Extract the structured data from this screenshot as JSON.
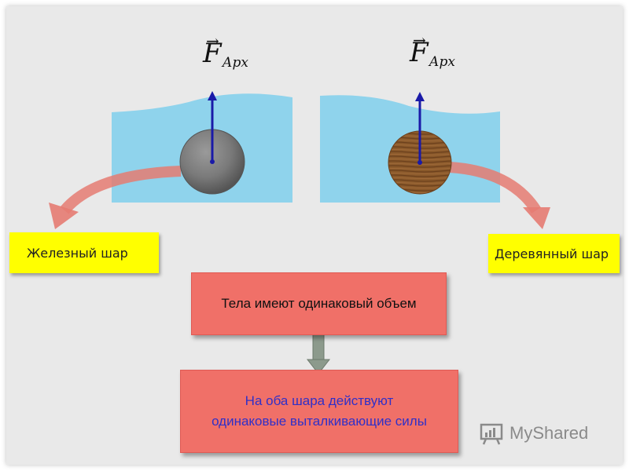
{
  "forces": {
    "left_symbol": "F",
    "left_subscript": "Арх",
    "right_symbol": "F",
    "right_subscript": "Арх"
  },
  "labels": {
    "iron_ball": "Железный шар",
    "wood_ball": "Деревянный шар"
  },
  "boxes": {
    "same_volume": "Тела имеют одинаковый объем",
    "same_force_line1": "На оба шара действуют",
    "same_force_line2": "одинаковые выталкивающие силы"
  },
  "watermark": {
    "text": "MyShared",
    "icon": "myshared-logo-icon"
  },
  "colors": {
    "water": "#8fd3ec",
    "iron": "#7c7c7c",
    "wood": "#8b5a2b",
    "arrow_force": "#1a1aa8",
    "curve_arrow": "#e57b72",
    "label_bg": "#ffff00",
    "box_bg": "#f07068",
    "box_text_blue": "#3030c8",
    "down_arrow": "#8c9a8c"
  }
}
